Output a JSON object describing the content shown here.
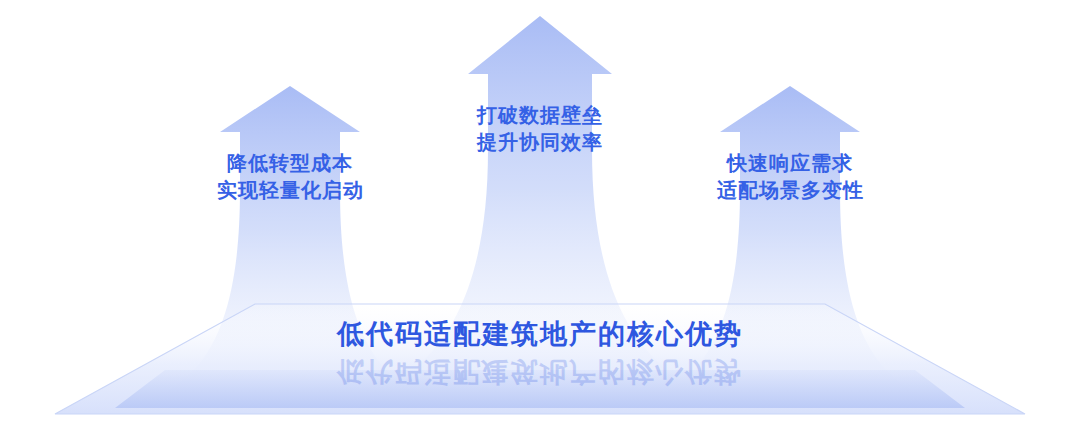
{
  "diagram": {
    "nodes": [
      {
        "text": [
          "降低转型成本",
          "实现轻量化启动"
        ]
      },
      {
        "text": [
          "打破数据壁垒",
          "提升协同效率"
        ]
      },
      {
        "text": [
          "快速响应需求",
          "适配场景多变性"
        ]
      },
      {
        "text": [
          "低代码适配建筑地产的核心优势"
        ]
      }
    ],
    "labels": [
      "低代码适配建筑地产的核心优势"
    ]
  }
}
